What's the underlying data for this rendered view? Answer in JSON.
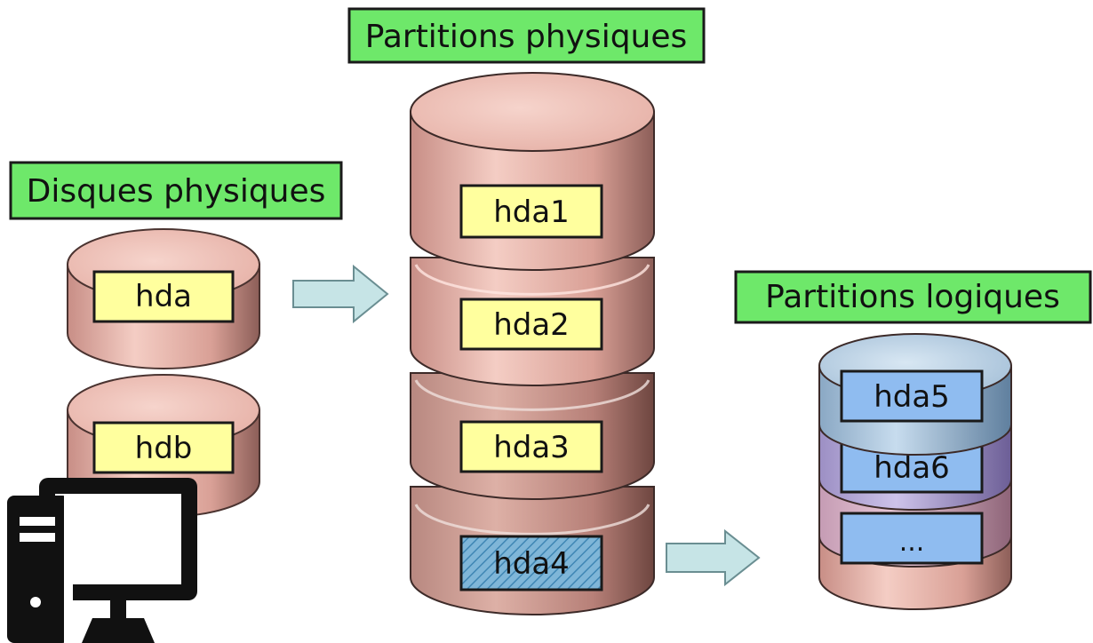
{
  "titles": {
    "physical_disks": "Disques physiques",
    "physical_partitions": "Partitions physiques",
    "logical_partitions": "Partitions logiques"
  },
  "disks": {
    "d1": "hda",
    "d2": "hdb"
  },
  "partitions": {
    "p1": "hda1",
    "p2": "hda2",
    "p3": "hda3",
    "p4": "hda4"
  },
  "logical": {
    "l1": "hda5",
    "l2": "hda6",
    "l3": "..."
  },
  "colors": {
    "title_bg": "#6ee86a",
    "label_bg": "#ffff9e",
    "logical_label_bg": "#8fbcf0",
    "disk_fill": "#e8b2a8",
    "arrow_fill": "#c6e4e6",
    "computer_icon": "#111111"
  }
}
